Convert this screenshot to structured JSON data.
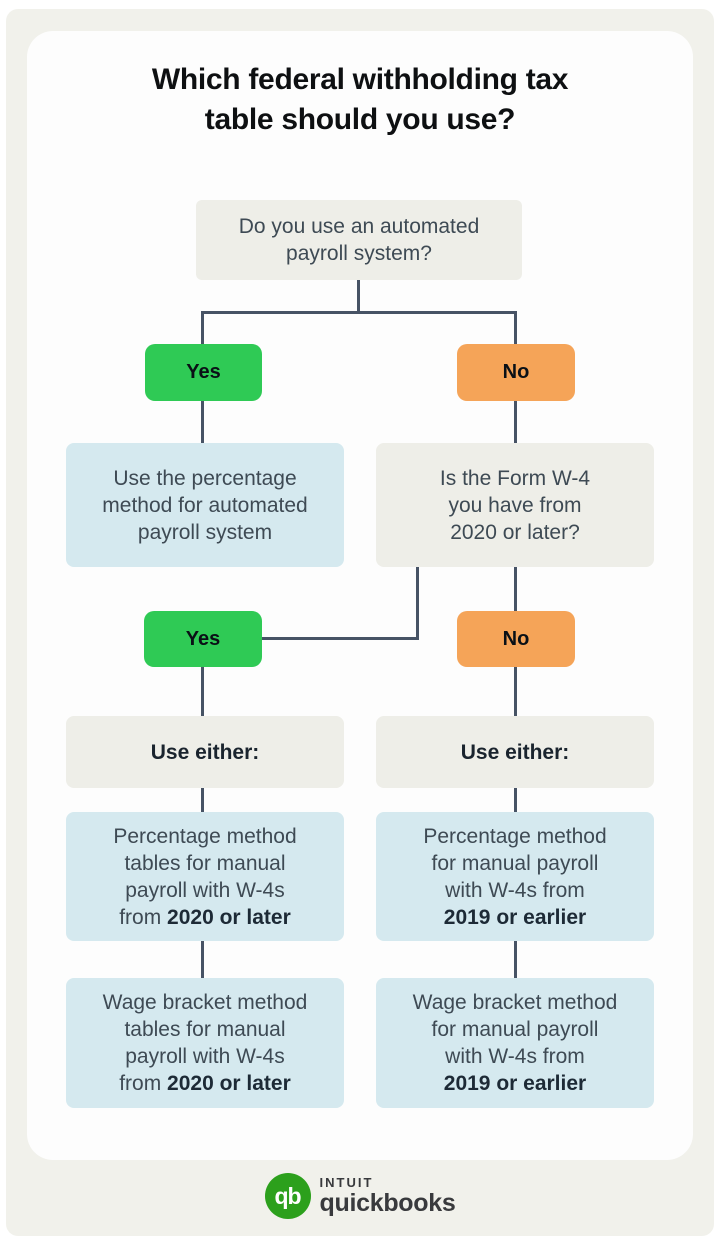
{
  "title": "Which federal withholding tax\ntable should you use?",
  "flow": {
    "q1": "Do you use an automated\npayroll system?",
    "branch1": {
      "yes": "Yes",
      "no": "No"
    },
    "automated_result": "Use the percentage\nmethod for automated\npayroll system",
    "q2": "Is the Form W-4\nyou have from\n2020 or later?",
    "branch2": {
      "yes": "Yes",
      "no": "No"
    },
    "use_either_left": "Use either:",
    "use_either_right": "Use either:",
    "results": {
      "left_percentage": {
        "text": "Percentage method\ntables for manual\npayroll with W-4s\nfrom ",
        "bold": "2020 or later"
      },
      "right_percentage": {
        "text": "Percentage method\nfor manual payroll\nwith W-4s from\n",
        "bold": "2019 or earlier"
      },
      "left_wage": {
        "text": "Wage bracket method\ntables for manual\npayroll with W-4s\nfrom ",
        "bold": "2020 or later"
      },
      "right_wage": {
        "text": "Wage bracket method\nfor manual payroll\nwith W-4s from\n",
        "bold": "2019 or earlier"
      }
    }
  },
  "footer": {
    "monogram": "qb",
    "brand_name": "INTUIT",
    "product_name": "quickbooks"
  },
  "colors": {
    "yes_green": "#2fca55",
    "no_orange": "#f5a458",
    "info_blue": "#d5e9ef",
    "neutral_gray": "#eeeee8",
    "background_beige": "#f1f1eb",
    "connector": "#475365",
    "brand_green": "#2ca01c",
    "body_text": "#3e4a54"
  }
}
